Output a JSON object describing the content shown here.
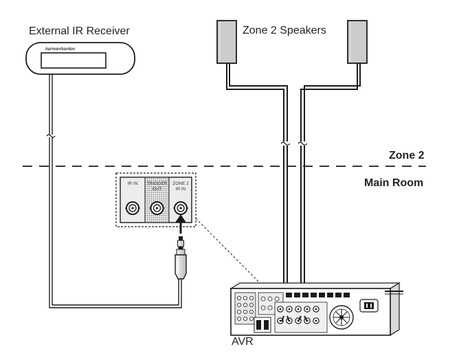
{
  "labels": {
    "ir_receiver": "External IR Receiver",
    "receiver_brand": "harman/kardon",
    "speakers": "Zone 2 Speakers",
    "zone2": "Zone 2",
    "main_room": "Main Room",
    "avr": "AVR"
  },
  "jacks": [
    {
      "lines": [
        "IR IN"
      ]
    },
    {
      "lines": [
        "TRIGGER",
        "OUT"
      ]
    },
    {
      "lines": [
        "ZONE 2",
        "IR IN"
      ]
    }
  ],
  "colors": {
    "line": "#1a1a1a",
    "speaker_fill": "#cccccc",
    "panel_fill": "#e4e4e4",
    "dotted_fill": "#c8c8c8"
  }
}
